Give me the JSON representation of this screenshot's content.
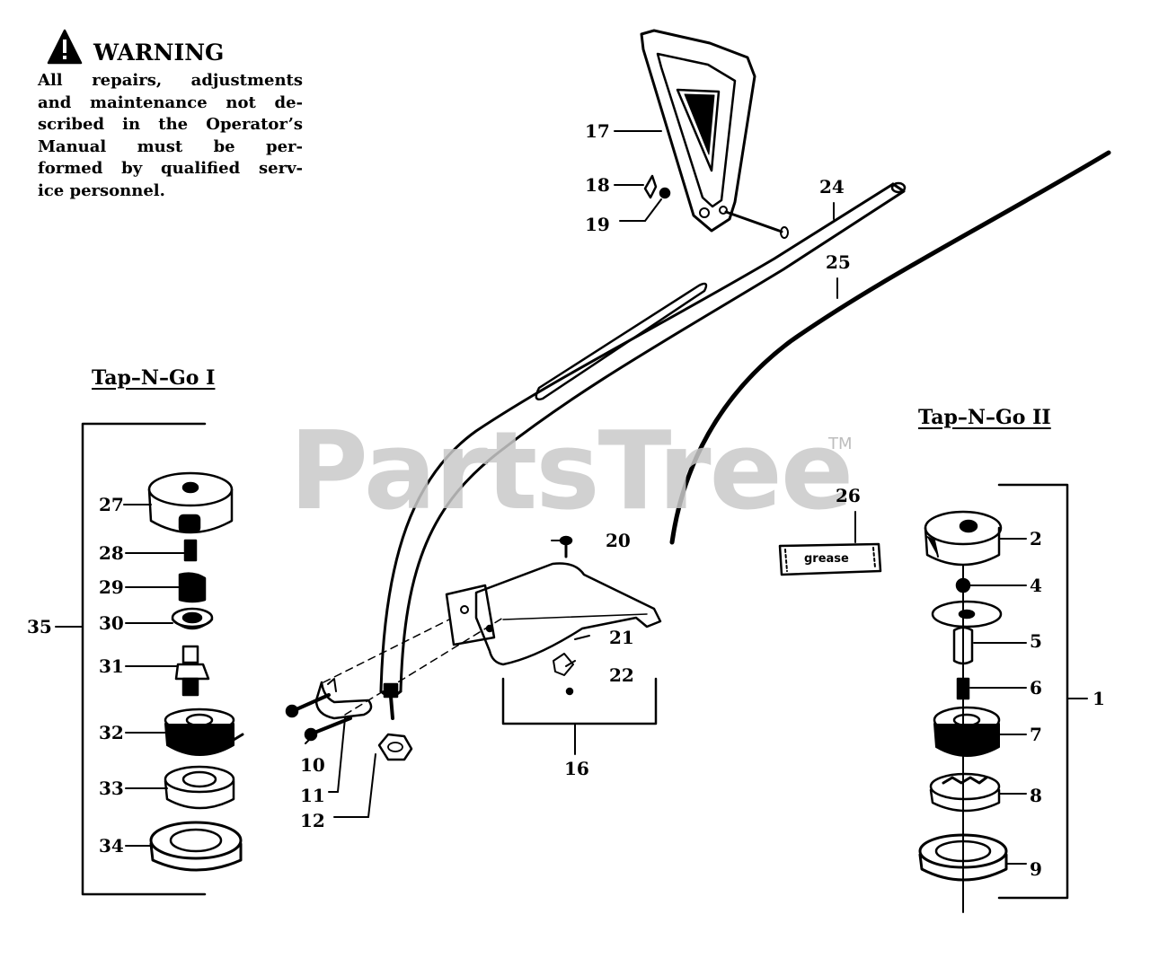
{
  "warning": {
    "title": "WARNING",
    "lines": [
      "All repairs, adjustments",
      "and maintenance not de-",
      "scribed in the Operator’s",
      "Manual must be per-",
      "formed by qualified serv-",
      "ice personnel."
    ]
  },
  "headings": {
    "left": "Tap–N–Go I",
    "right": "Tap–N–Go II"
  },
  "watermark": {
    "text": "PartsTree",
    "tm": "TM"
  },
  "grease_label": "grease",
  "callouts": {
    "c1": "1",
    "c2": "2",
    "c4": "4",
    "c5": "5",
    "c6": "6",
    "c7": "7",
    "c8": "8",
    "c9": "9",
    "c10": "10",
    "c11": "11",
    "c12": "12",
    "c16": "16",
    "c17": "17",
    "c18": "18",
    "c19": "19",
    "c20": "20",
    "c21": "21",
    "c22": "22",
    "c24": "24",
    "c25": "25",
    "c26": "26",
    "c27": "27",
    "c28": "28",
    "c29": "29",
    "c30": "30",
    "c31": "31",
    "c32": "32",
    "c33": "33",
    "c34": "34",
    "c35": "35"
  }
}
